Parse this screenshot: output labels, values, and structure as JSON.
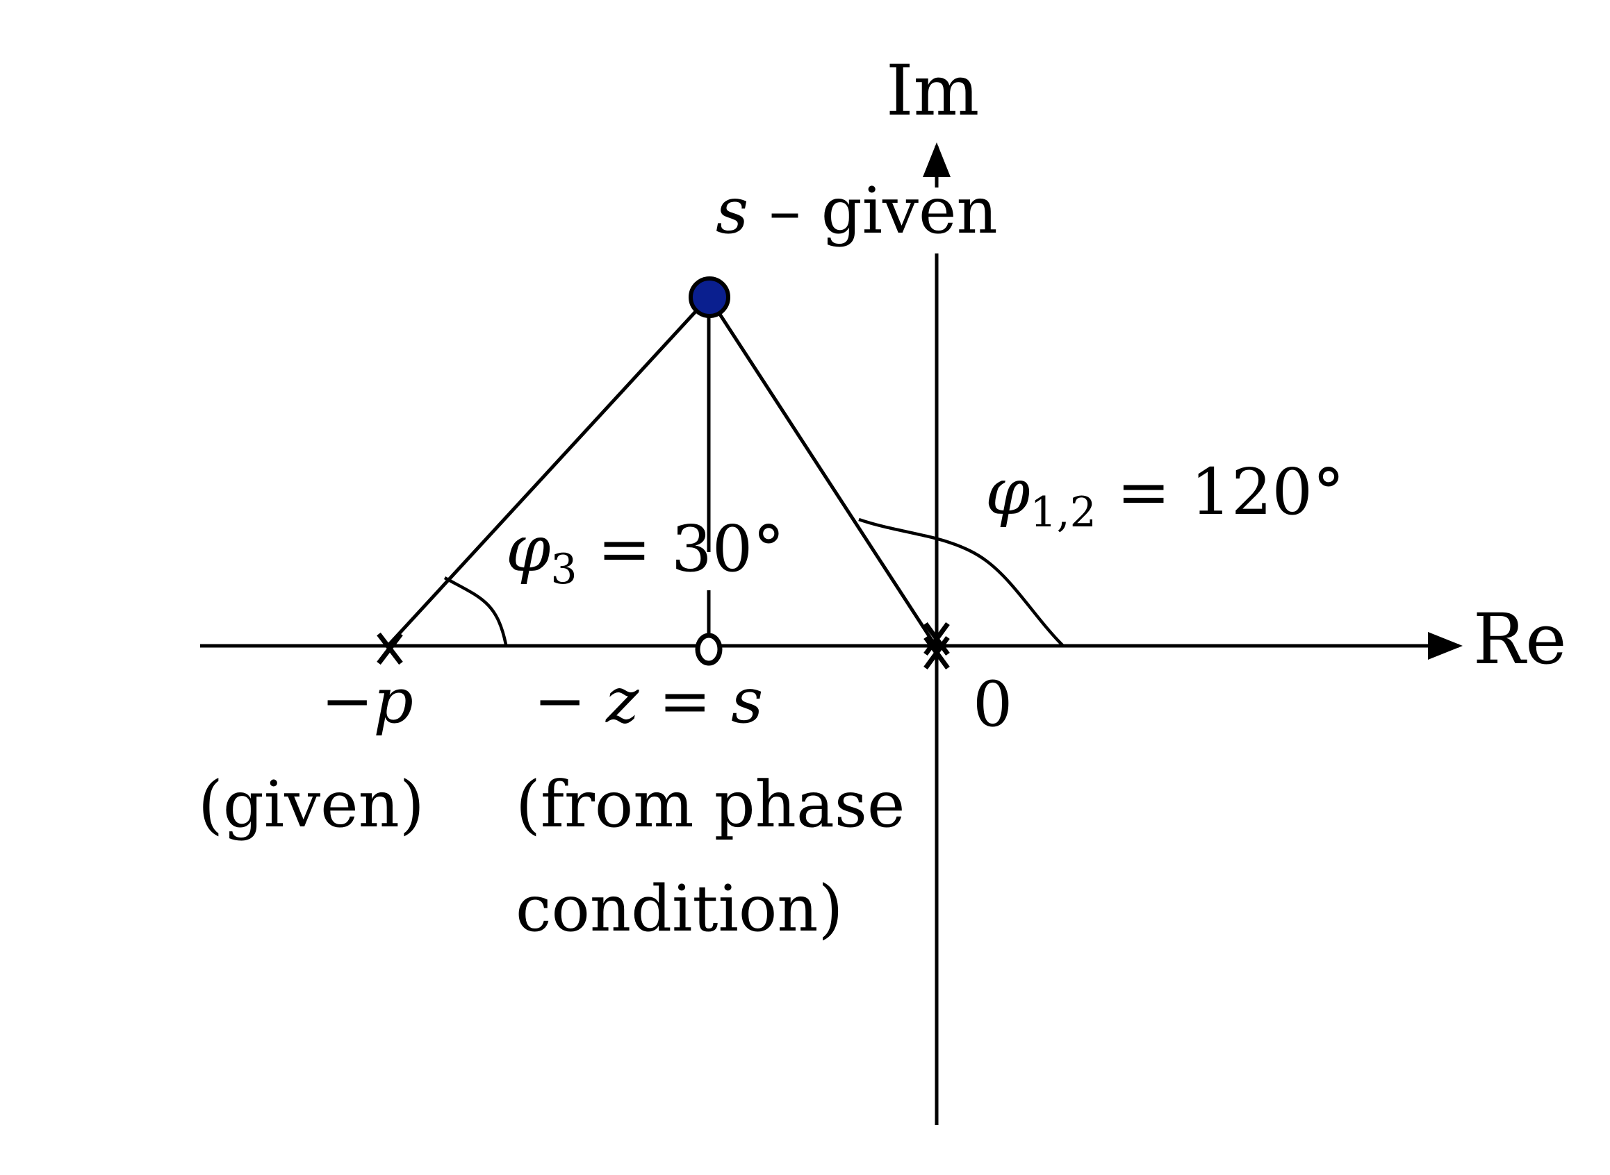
{
  "axes": {
    "real_label": "Re",
    "imag_label": "Im",
    "origin_label": "0"
  },
  "point_s": {
    "label_var": "s",
    "label_text": " – given",
    "fill_color": "#0a1f8f"
  },
  "pole_p": {
    "label": "−p",
    "caption": "(given)"
  },
  "zero_z": {
    "label_minus": "− ",
    "label_z": "z",
    "label_eq": " = ",
    "label_s": "s",
    "caption_line1": "(from phase",
    "caption_line2": "condition)"
  },
  "angle_phi3": {
    "symbol": "φ",
    "subscript": "3",
    "value": " = 30°"
  },
  "angle_phi12": {
    "symbol": "φ",
    "subscript": "1,2",
    "value": " = 120°"
  },
  "colors": {
    "ink": "#000000",
    "point": "#0a1f8f"
  }
}
